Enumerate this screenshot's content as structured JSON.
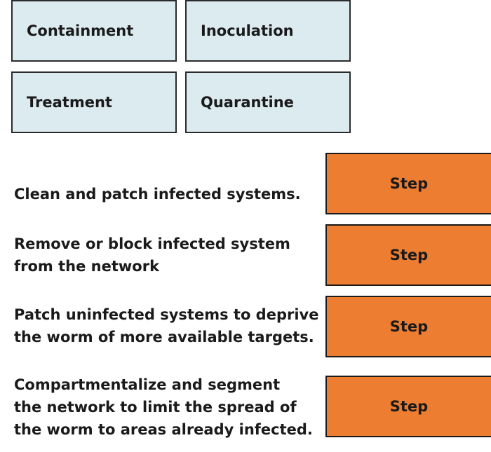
{
  "options": [
    {
      "label": "Containment"
    },
    {
      "label": "Inoculation"
    },
    {
      "label": "Treatment"
    },
    {
      "label": "Quarantine"
    }
  ],
  "descriptions": [
    {
      "text": "Clean and patch infected systems."
    },
    {
      "text": "Remove or block infected system\nfrom the network"
    },
    {
      "text": "Patch uninfected systems to deprive\nthe worm of more available targets."
    },
    {
      "text": "Compartmentalize and segment\nthe network to limit the spread of\nthe worm to areas already infected."
    }
  ],
  "steps": [
    {
      "label": "Step"
    },
    {
      "label": "Step"
    },
    {
      "label": "Step"
    },
    {
      "label": "Step"
    }
  ],
  "colors": {
    "option_bg": "#dcebf0",
    "step_bg": "#ed7d31",
    "border": "#2b2b2b"
  }
}
